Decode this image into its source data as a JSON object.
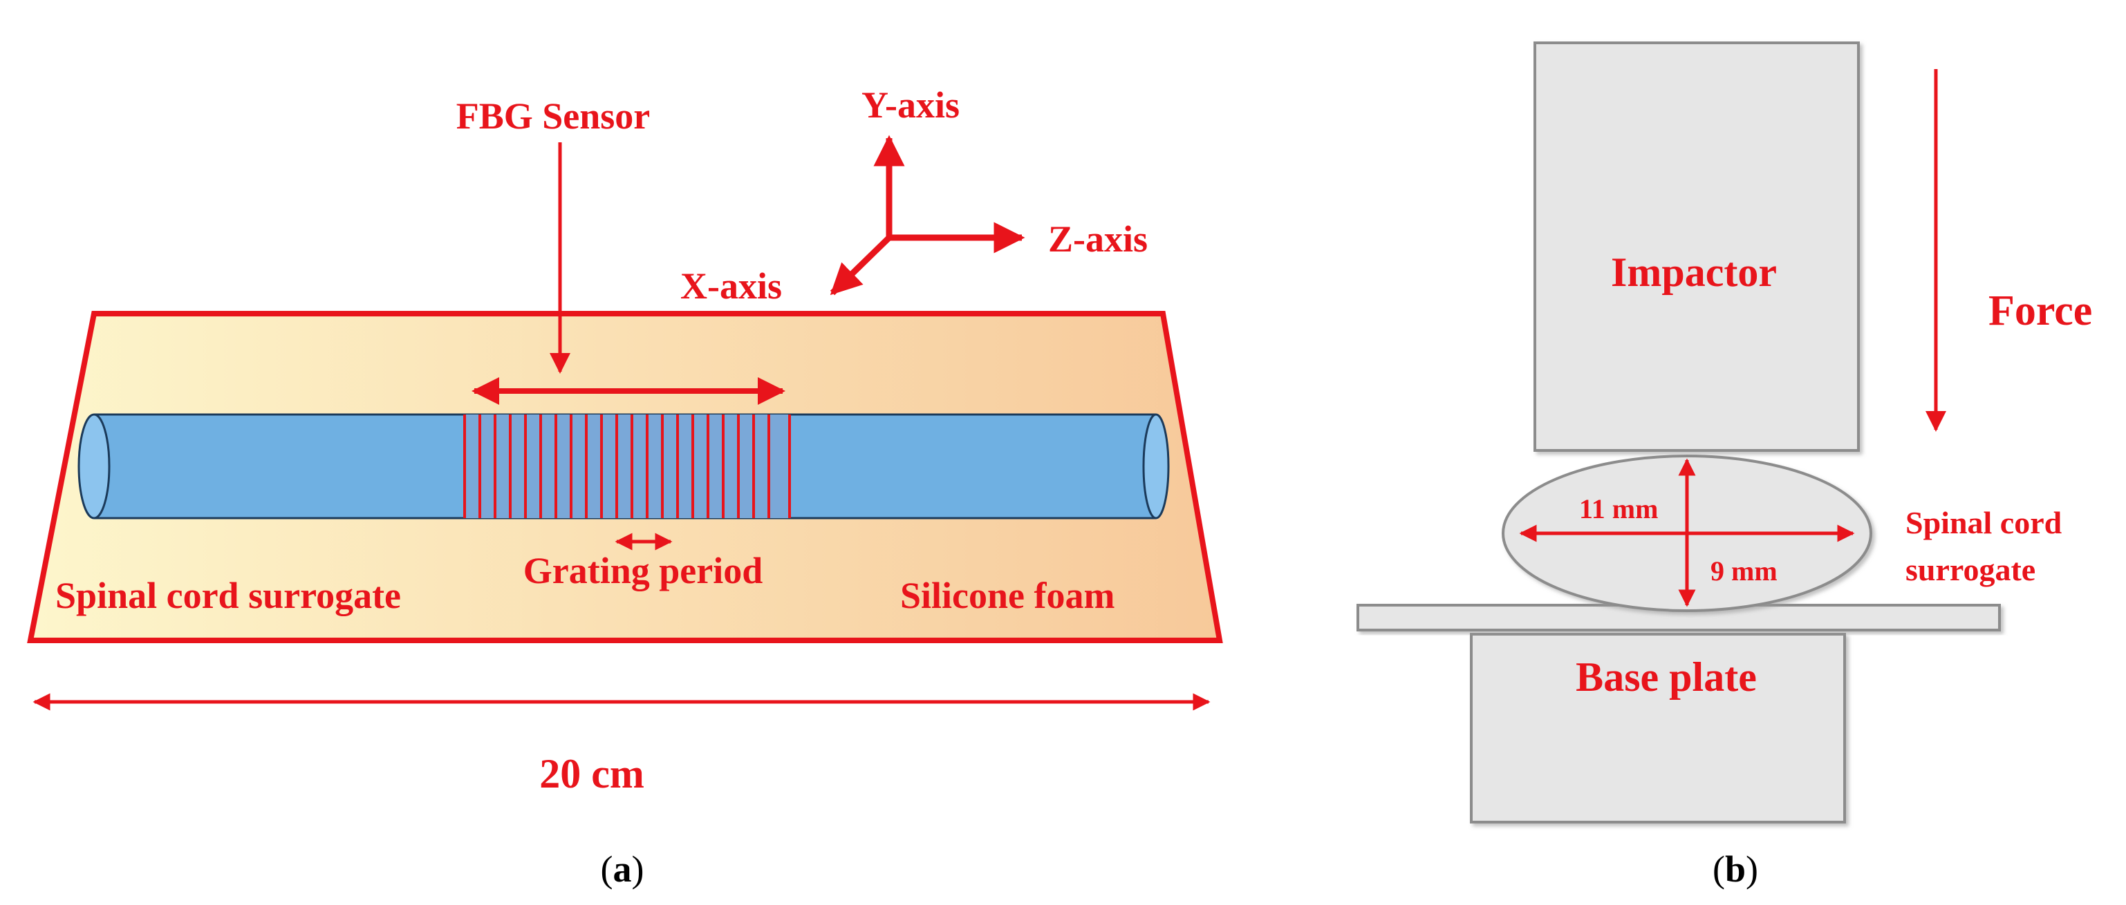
{
  "panel_a": {
    "fbg_sensor": "FBG Sensor",
    "y_axis": "Y-axis",
    "z_axis": "Z-axis",
    "x_axis": "X-axis",
    "grating_period": "Grating period",
    "spinal_cord": "Spinal cord surrogate",
    "silicone_foam": "Silicone foam",
    "length": "20 cm",
    "caption_open": "(",
    "caption_letter": "a",
    "caption_close": ")"
  },
  "panel_b": {
    "impactor": "Impactor",
    "force": "Force",
    "width_dim": "11 mm",
    "height_dim": "9 mm",
    "surrogate_line1": "Spinal cord",
    "surrogate_line2": "surrogate",
    "base_plate": "Base plate",
    "caption_open": "(",
    "caption_letter": "b",
    "caption_close": ")"
  },
  "colors": {
    "accent": "#e8141b",
    "cord_blue": "#6fb0e2",
    "foam_light": "#fdf6cc",
    "foam_dark": "#f7c99a",
    "grey_fill": "#e6e6e6",
    "grey_stroke": "#8c8c8c"
  }
}
